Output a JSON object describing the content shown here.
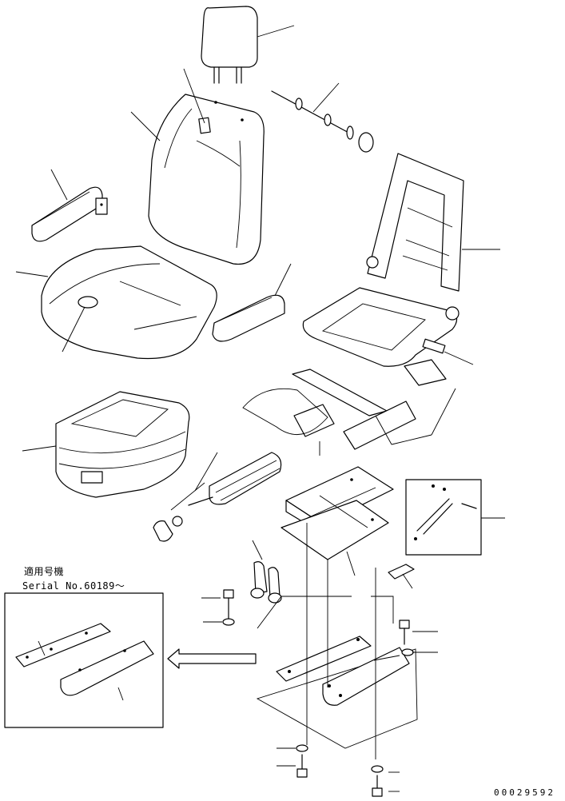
{
  "inset": {
    "caption_jp": "適用号機",
    "serial_label": "Serial No.60189～"
  },
  "drawing_number": "00029592"
}
